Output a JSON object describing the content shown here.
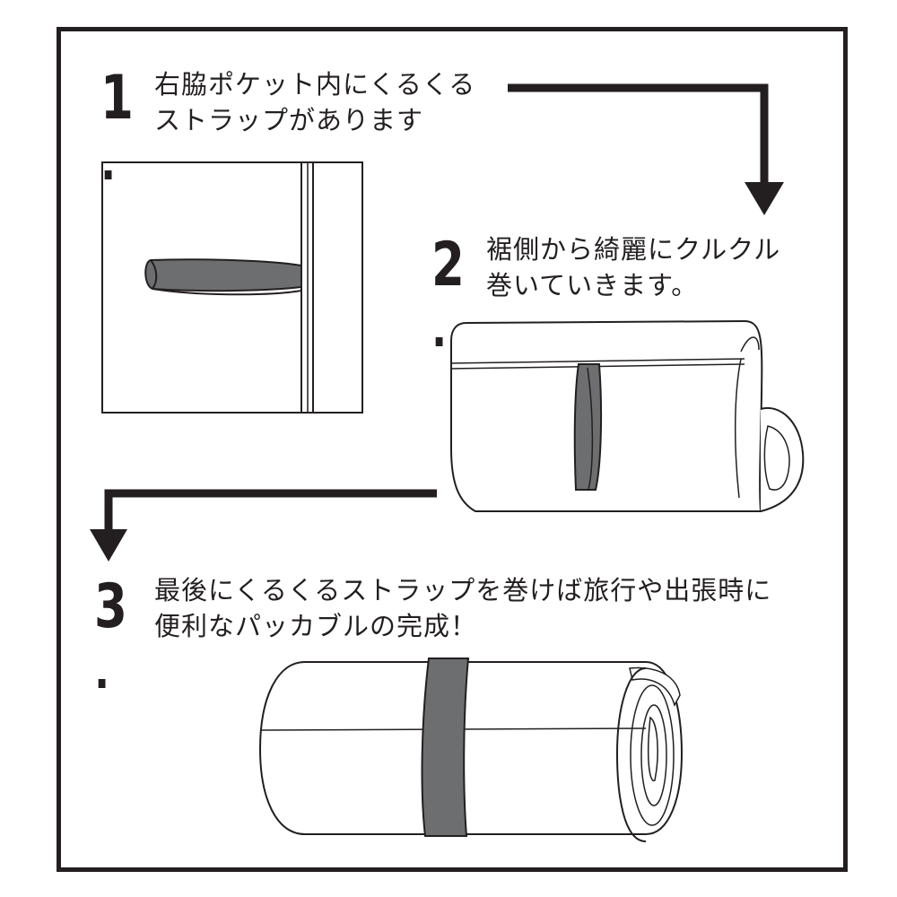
{
  "colors": {
    "ink": "#231f20",
    "strap": "#6d6e70",
    "paper": "#ffffff"
  },
  "steps": [
    {
      "number": "1",
      "line1": "右脇ポケット内にくるくる",
      "line2": "ストラップがあります"
    },
    {
      "number": "2",
      "line1": "裾側から綺麗にクルクル",
      "line2": "巻いていきます。"
    },
    {
      "number": "3",
      "line1": "最後にくるくるストラップを巻けば旅行や出張時に",
      "line2": "便利なパッカブルの完成！"
    }
  ],
  "icons": [
    "arrow-right-down-icon",
    "arrow-left-down-icon"
  ]
}
